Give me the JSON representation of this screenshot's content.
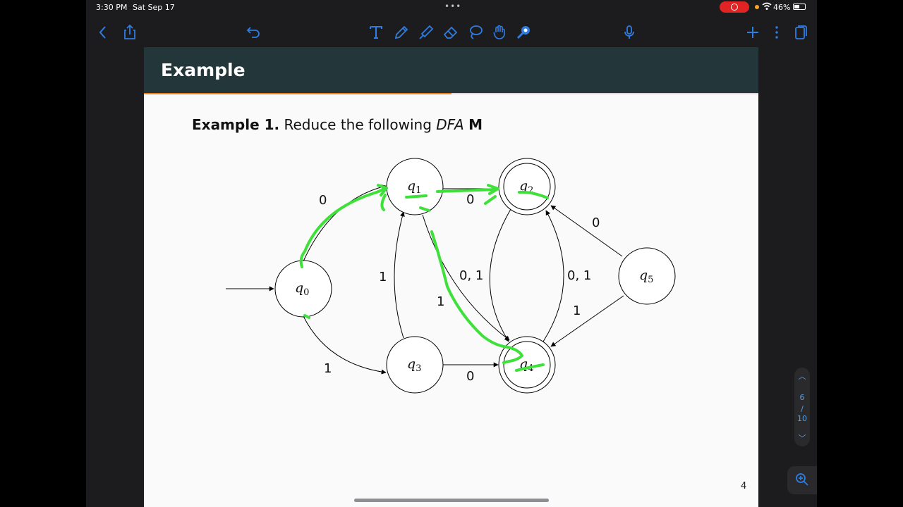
{
  "status_bar": {
    "time": "3:30 PM",
    "date": "Sat Sep 17",
    "battery": "46%",
    "accent_record": "#e02424"
  },
  "toolbar": {
    "left_icons": [
      "back-icon",
      "share-icon",
      "undo-icon"
    ],
    "center_icons": [
      "text-tool-icon",
      "pen-icon",
      "highlighter-icon",
      "eraser-icon",
      "lasso-icon",
      "hand-icon",
      "laser-pointer-icon"
    ],
    "right_icons": [
      "microphone-icon",
      "add-icon",
      "more-icon",
      "pages-icon"
    ],
    "accent": "#2f7de1"
  },
  "slide": {
    "title": "Example",
    "example_label": "Example 1.",
    "example_text": "Reduce the following",
    "example_dfa": "DFA",
    "example_m": "M",
    "page_number": "4",
    "header_color": "#23373b",
    "progress_color": "#eb811b"
  },
  "diagram": {
    "states": [
      {
        "id": "q0",
        "label": "q",
        "sub": "0",
        "accepting": false,
        "start": true
      },
      {
        "id": "q1",
        "label": "q",
        "sub": "1",
        "accepting": false
      },
      {
        "id": "q2",
        "label": "q",
        "sub": "2",
        "accepting": true
      },
      {
        "id": "q3",
        "label": "q",
        "sub": "3",
        "accepting": false
      },
      {
        "id": "q4",
        "label": "q",
        "sub": "4",
        "accepting": true
      },
      {
        "id": "q5",
        "label": "q",
        "sub": "5",
        "accepting": false
      }
    ],
    "transitions": [
      {
        "from": "q0",
        "to": "q1",
        "label": "0"
      },
      {
        "from": "q0",
        "to": "q3",
        "label": "1"
      },
      {
        "from": "q1",
        "to": "q2",
        "label": "0"
      },
      {
        "from": "q1",
        "to": "q4",
        "label": "1"
      },
      {
        "from": "q3",
        "to": "q1",
        "label": "1"
      },
      {
        "from": "q3",
        "to": "q4",
        "label": "0"
      },
      {
        "from": "q2",
        "to": "q4",
        "label": "0, 1"
      },
      {
        "from": "q4",
        "to": "q2",
        "label": "0, 1"
      },
      {
        "from": "q5",
        "to": "q2",
        "label": "0"
      },
      {
        "from": "q5",
        "to": "q4",
        "label": "1"
      }
    ],
    "annotation_color": "#3ee03a"
  },
  "pager": {
    "current": "6",
    "total": "10"
  }
}
